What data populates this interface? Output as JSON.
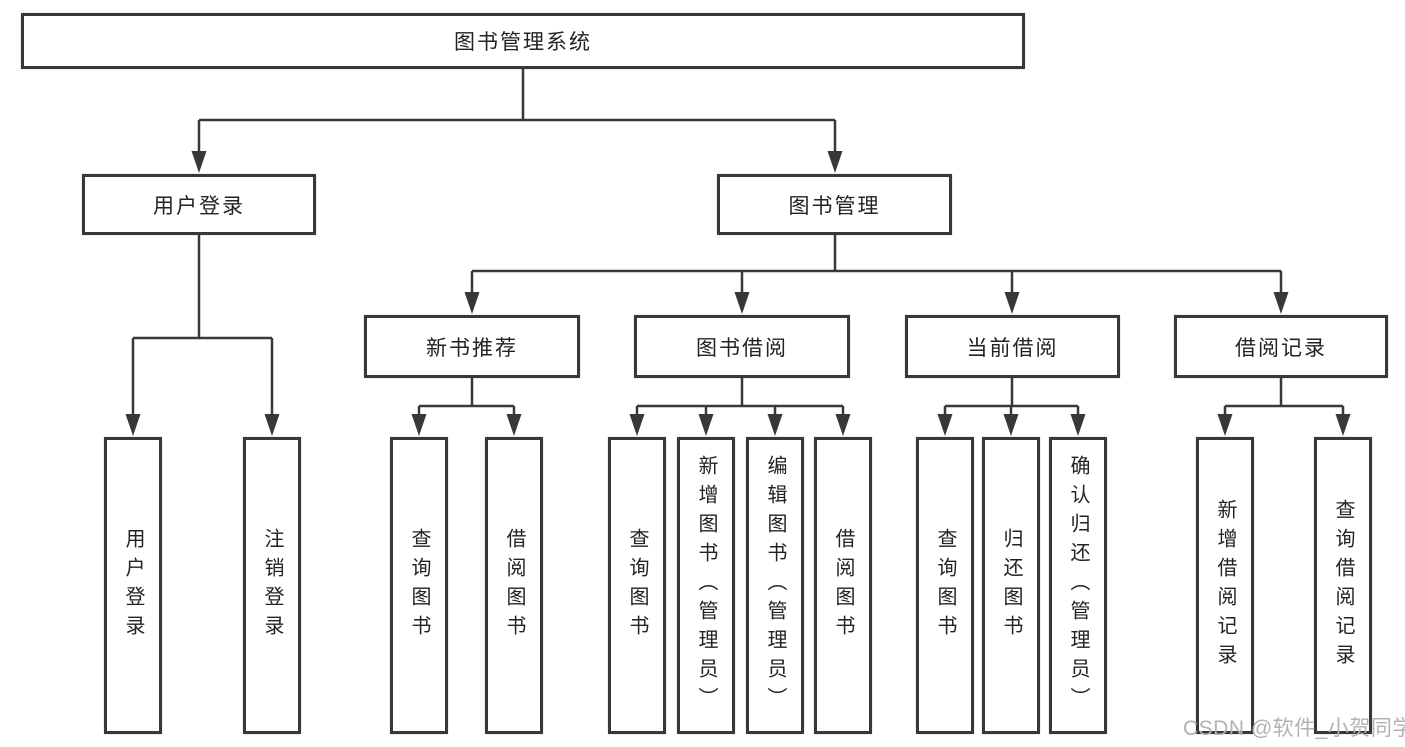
{
  "diagram": {
    "root_label": "图书管理系统",
    "branches": [
      {
        "label": "用户登录",
        "children": [
          "用户登录",
          "注销登录"
        ]
      },
      {
        "label": "图书管理",
        "sections": [
          {
            "label": "新书推荐",
            "children": [
              "查询图书",
              "借阅图书"
            ]
          },
          {
            "label": "图书借阅",
            "children": [
              "查询图书",
              "新增图书（管理员）",
              "编辑图书（管理员）",
              "借阅图书"
            ]
          },
          {
            "label": "当前借阅",
            "children": [
              "查询图书",
              "归还图书",
              "确认归还（管理员）"
            ]
          },
          {
            "label": "借阅记录",
            "children": [
              "新增借阅记录",
              "查询借阅记录"
            ]
          }
        ]
      }
    ]
  },
  "watermark": "CSDN @软件_小贺同学",
  "colors": {
    "line": "#38383c",
    "box_border": "#38383c",
    "text": "#232326",
    "watermark": "#b2b2b2",
    "background": "#ffffff"
  }
}
